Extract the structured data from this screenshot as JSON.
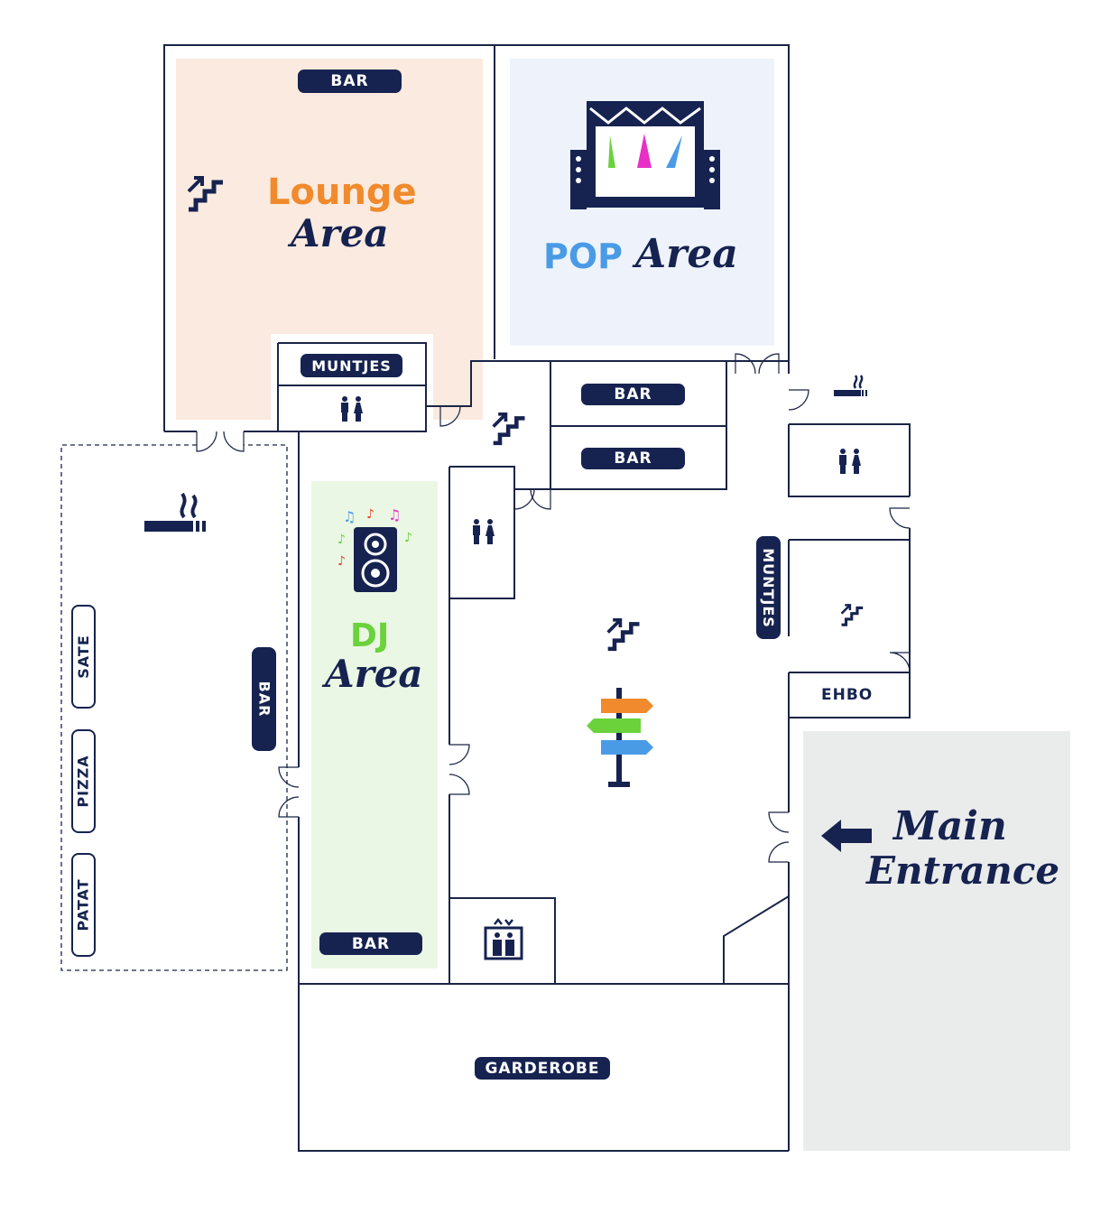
{
  "colors": {
    "navy": "#162350",
    "lounge_bg": "#fbeadf",
    "pop_bg": "#eef3fb",
    "dj_bg": "#eaf7e4",
    "entrance_bg": "#eaecec",
    "lounge_title": "#f08a2c",
    "pop_title": "#4a9be6",
    "dj_title": "#6bd23c"
  },
  "rooms": {
    "lounge": {
      "title": "Lounge",
      "subtitle": "Area",
      "bar_label": "BAR",
      "icon": "stairs-icon"
    },
    "pop": {
      "title": "POP",
      "subtitle": "Area",
      "icon": "stage-icon"
    },
    "dj": {
      "title": "DJ",
      "subtitle": "Area",
      "bar_label": "BAR",
      "icon": "speaker-icon"
    },
    "muntjes_top": {
      "label": "MUNTJES"
    },
    "muntjes_right": {
      "label": "MUNTJES"
    },
    "center_bars": [
      "BAR",
      "BAR"
    ],
    "terrace": {
      "bar_label": "BAR",
      "food": [
        "SATE",
        "PIZZA",
        "PATAT"
      ],
      "icon": "smoking-icon"
    },
    "ehbo": {
      "label": "EHBO"
    },
    "garderobe": {
      "label": "GARDEROBE"
    },
    "main_entrance": {
      "line1": "Main",
      "line2": "Entrance",
      "icon": "arrow-left-icon"
    }
  },
  "icons": [
    "stairs-icon",
    "toilet-icon",
    "smoking-icon",
    "elevator-icon",
    "signpost-icon",
    "speaker-icon",
    "stage-icon"
  ]
}
